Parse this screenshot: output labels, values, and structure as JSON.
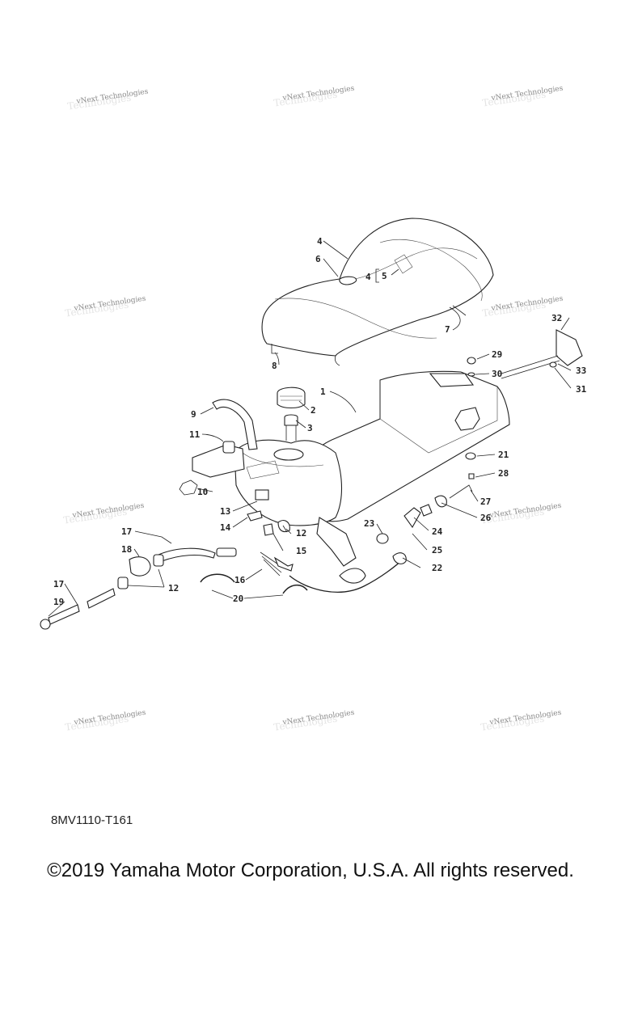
{
  "diagram": {
    "code": "8MV1110-T161",
    "copyright": "©2019 Yamaha Motor Corporation, U.S.A. All rights reserved.",
    "watermark": "vNext Technologies",
    "callouts": [
      "1",
      "2",
      "3",
      "4",
      "4",
      "5",
      "6",
      "7",
      "8",
      "9",
      "10",
      "11",
      "12",
      "12",
      "13",
      "14",
      "15",
      "16",
      "17",
      "17",
      "18",
      "19",
      "20",
      "21",
      "22",
      "23",
      "24",
      "25",
      "26",
      "27",
      "28",
      "29",
      "30",
      "31",
      "32",
      "33"
    ]
  },
  "colors": {
    "ink": "#222222",
    "watermark": "#8a8a8a",
    "background": "#ffffff"
  }
}
